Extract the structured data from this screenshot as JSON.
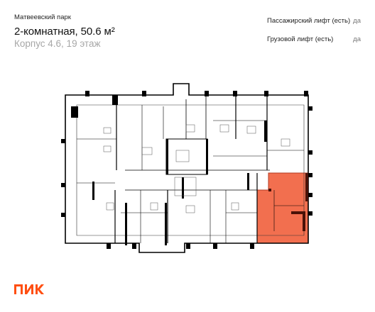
{
  "header": {
    "project": "Матвеевский парк",
    "title": "2-комнатная, 50.6 м²",
    "subtitle": "Корпус 4.6, 19 этаж"
  },
  "features": [
    {
      "label": "Пассажирский лифт (есть)",
      "value": "да"
    },
    {
      "label": "Грузовой лифт (есть)",
      "value": "да"
    }
  ],
  "plan": {
    "highlight_color": "#f26f4f",
    "wall_color": "#000000"
  },
  "logo": {
    "text": "ПИК",
    "color": "#ff4f12"
  }
}
